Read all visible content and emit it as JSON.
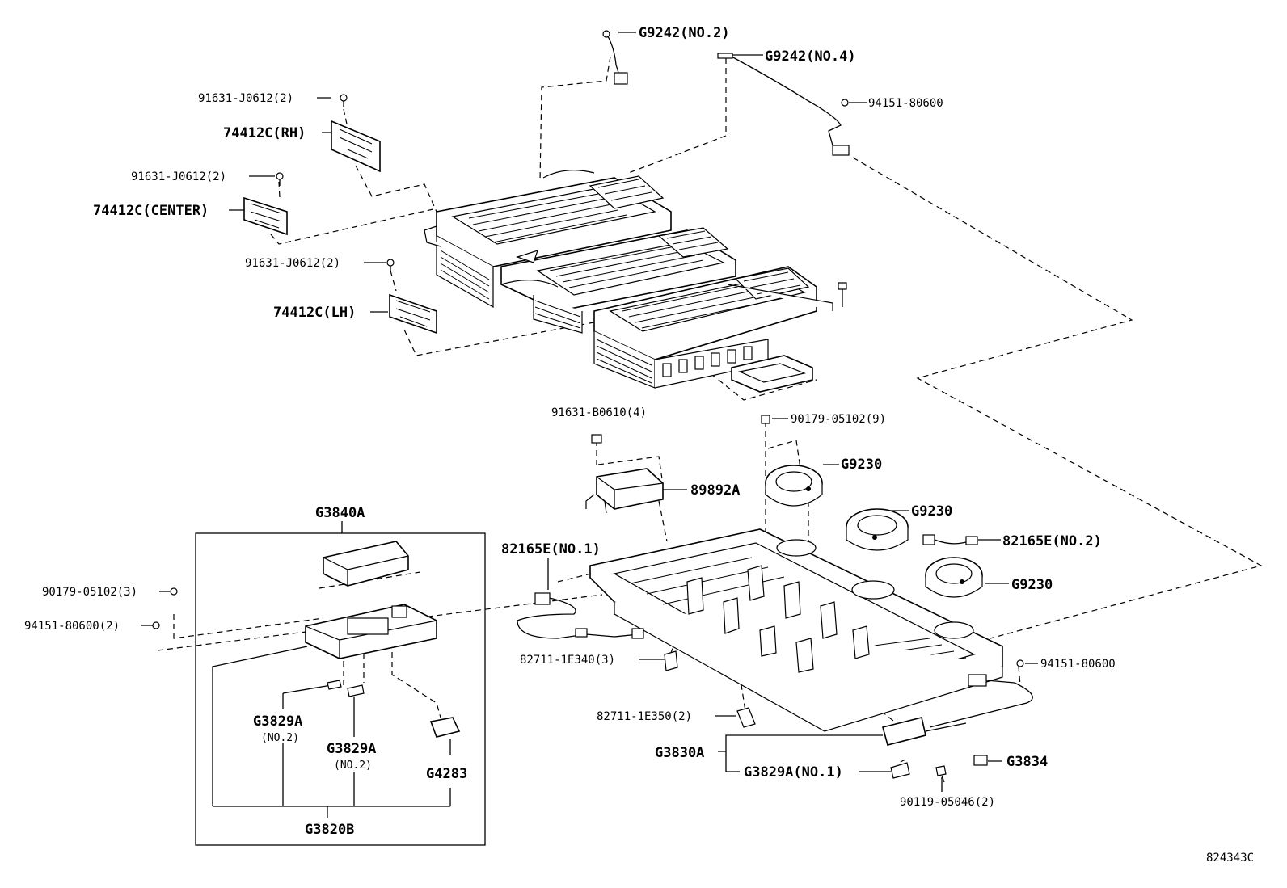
{
  "labels": {
    "g9242_no2": "G9242(NO.2)",
    "g9242_no4": "G9242(NO.4)",
    "p94151_80600_top": "94151-80600",
    "p91631_j0612_rh": "91631-J0612(2)",
    "p74412c_rh": "74412C(RH)",
    "p91631_j0612_center": "91631-J0612(2)",
    "p74412c_center": "74412C(CENTER)",
    "p91631_j0612_lh": "91631-J0612(2)",
    "p74412c_lh": "74412C(LH)",
    "p91631_b0610": "91631-B0610(4)",
    "p90179_05102_9": "90179-05102(9)",
    "g9230_a": "G9230",
    "p89892a": "89892A",
    "g9230_b": "G9230",
    "g3840a": "G3840A",
    "p82165e_no1": "82165E(NO.1)",
    "p82165e_no2": "82165E(NO.2)",
    "g9230_c": "G9230",
    "p90179_05102_3": "90179-05102(3)",
    "p94151_80600_2": "94151-80600(2)",
    "p82711_1e340": "82711-1E340(3)",
    "p94151_80600_right": "94151-80600",
    "g3829a_left": "G3829A",
    "g3829a_left_sub": "(NO.2)",
    "g3829a_mid": "G3829A",
    "g3829a_mid_sub": "(NO.2)",
    "p82711_1e350": "82711-1E350(2)",
    "g3830a": "G3830A",
    "g3834": "G3834",
    "g4283": "G4283",
    "g3829a_no1": "G3829A(NO.1)",
    "p90119_05046": "90119-05046(2)",
    "g3820b": "G3820B",
    "diagram_code": "824343C"
  }
}
